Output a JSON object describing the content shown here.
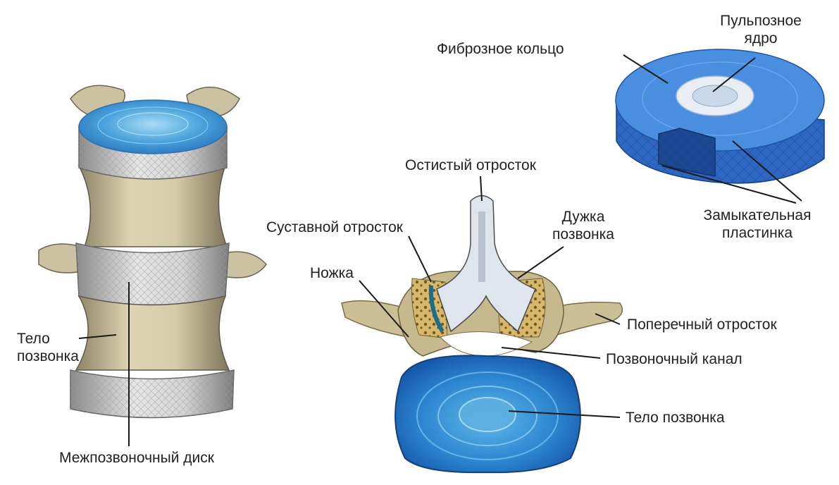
{
  "labels": {
    "annulus_fibrosus": "Фиброзное кольцо",
    "nucleus_pulposus_line1": "Пульпозное",
    "nucleus_pulposus_line2": "ядро",
    "spinous_process": "Остистый отросток",
    "articular_process": "Суставной отросток",
    "vertebral_arch_line1": "Дужка",
    "vertebral_arch_line2": "позвонка",
    "pedicle": "Ножка",
    "transverse_process": "Поперечный отросток",
    "vertebral_canal": "Позвоночный канал",
    "vertebral_body_right": "Тело позвонка",
    "vertebral_body_left_line1": "Тело",
    "vertebral_body_left_line2": "позвонка",
    "intervertebral_disc": "Межпозвоночный диск",
    "endplate_line1": "Замыкательная",
    "endplate_line2": "пластинка"
  },
  "colors": {
    "disc_blue": "#3f8fd4",
    "disc_dark": "#1c4f9a",
    "bone": "#cfc4a0",
    "bone_dark": "#9d8f68",
    "spongy": "#d9b86a",
    "leader": "#1a1a1a"
  }
}
